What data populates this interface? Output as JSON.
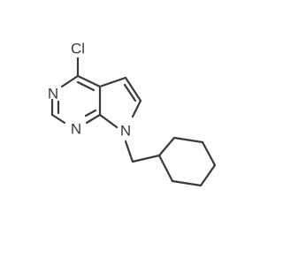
{
  "molecule": {
    "atoms": [
      {
        "id": "Cl",
        "label": "Cl",
        "color": "#3a3a3a"
      },
      {
        "id": "N1",
        "label": "N",
        "color": "#3a3a3a"
      },
      {
        "id": "N3",
        "label": "N",
        "color": "#3a3a3a"
      },
      {
        "id": "N7",
        "label": "N",
        "color": "#3a3a3a"
      }
    ],
    "bond_color": "#3a3a3a",
    "background": "#ffffff"
  }
}
